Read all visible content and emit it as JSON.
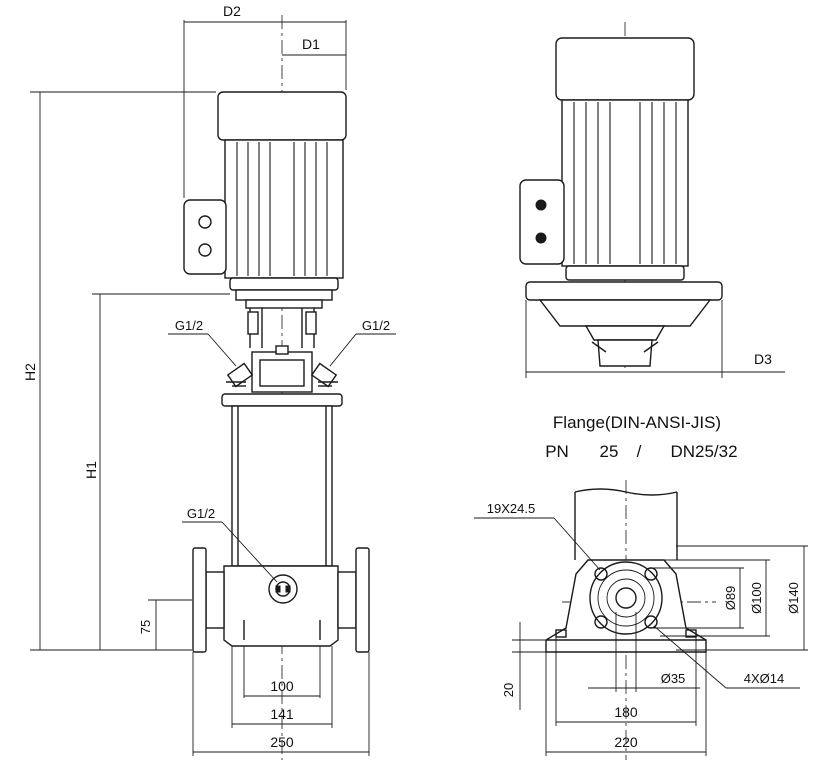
{
  "dimensions": {
    "d2": "D2",
    "d1": "D1",
    "d3": "D3",
    "h2": "H2",
    "h1": "H1",
    "h75": "75",
    "w100": "100",
    "w141": "141",
    "w250": "250",
    "h20": "20",
    "w180": "180",
    "w220": "220"
  },
  "threads": {
    "left_top": "G1/2",
    "right_top": "G1/2",
    "drain": "G1/2"
  },
  "flange": {
    "title": "Flange(DIN-ANSI-JIS)",
    "pn_label": "PN",
    "pn_value": "25",
    "separator": "/",
    "dn_value": "DN25/32",
    "slot": "19X24.5",
    "bolt_circle": "Ø89",
    "d100": "Ø100",
    "d140": "Ø140",
    "bore": "Ø35",
    "holes": "4XØ14"
  }
}
